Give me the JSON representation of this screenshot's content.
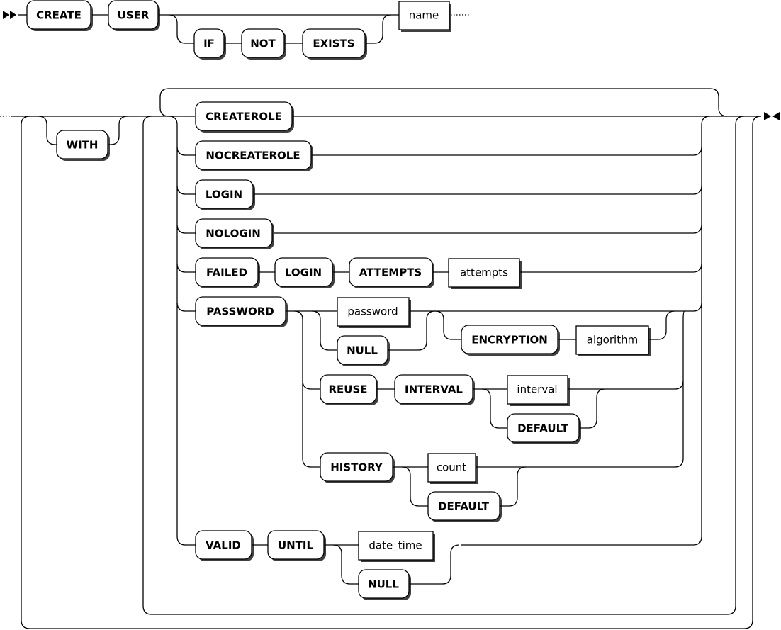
{
  "keywords": {
    "create": "CREATE",
    "user": "USER",
    "if": "IF",
    "not": "NOT",
    "exists": "EXISTS",
    "with": "WITH",
    "createrole": "CREATEROLE",
    "nocreaterole": "NOCREATEROLE",
    "login": "LOGIN",
    "nologin": "NOLOGIN",
    "failed": "FAILED",
    "failed_login": "LOGIN",
    "attempts": "ATTEMPTS",
    "password": "PASSWORD",
    "password_null": "NULL",
    "encryption": "ENCRYPTION",
    "reuse": "REUSE",
    "interval": "INTERVAL",
    "reuse_default": "DEFAULT",
    "history": "HISTORY",
    "history_default": "DEFAULT",
    "valid": "VALID",
    "until": "UNTIL",
    "until_null": "NULL"
  },
  "terms": {
    "name": "name",
    "attempts": "attempts",
    "password": "password",
    "algorithm": "algorithm",
    "interval": "interval",
    "count": "count",
    "date_time": "date_time"
  }
}
